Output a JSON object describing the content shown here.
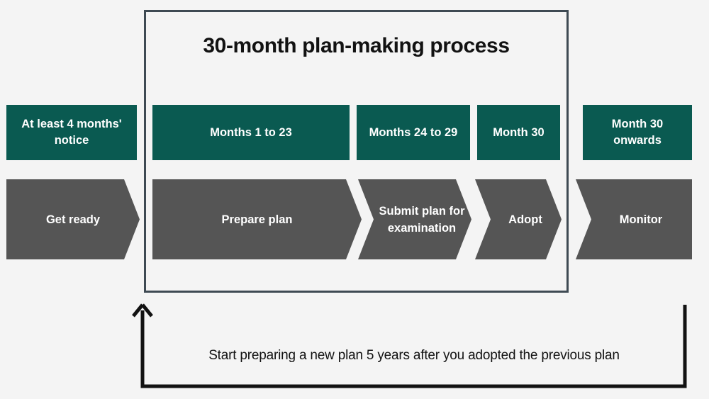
{
  "diagram": {
    "title": "30-month plan-making process",
    "background_color": "#f4f4f4",
    "frame_color": "#3e4a53",
    "period_color": "#0a5a51",
    "stage_color": "#555555",
    "periods": [
      {
        "label": "At least 4 months' notice",
        "inside_frame": false
      },
      {
        "label": "Months 1 to 23",
        "inside_frame": true
      },
      {
        "label": "Months 24 to 29",
        "inside_frame": true
      },
      {
        "label": "Month 30",
        "inside_frame": true
      },
      {
        "label": "Month 30 onwards",
        "inside_frame": false
      }
    ],
    "stages": [
      {
        "label": "Get ready",
        "shape": "point-right"
      },
      {
        "label": "Prepare plan",
        "shape": "point-right"
      },
      {
        "label": "Submit plan for examination",
        "shape": "chevron"
      },
      {
        "label": "Adopt",
        "shape": "chevron"
      },
      {
        "label": "Monitor",
        "shape": "notch-left"
      }
    ],
    "loop_note": "Start preparing a new plan 5 years after you adopted the previous plan"
  }
}
